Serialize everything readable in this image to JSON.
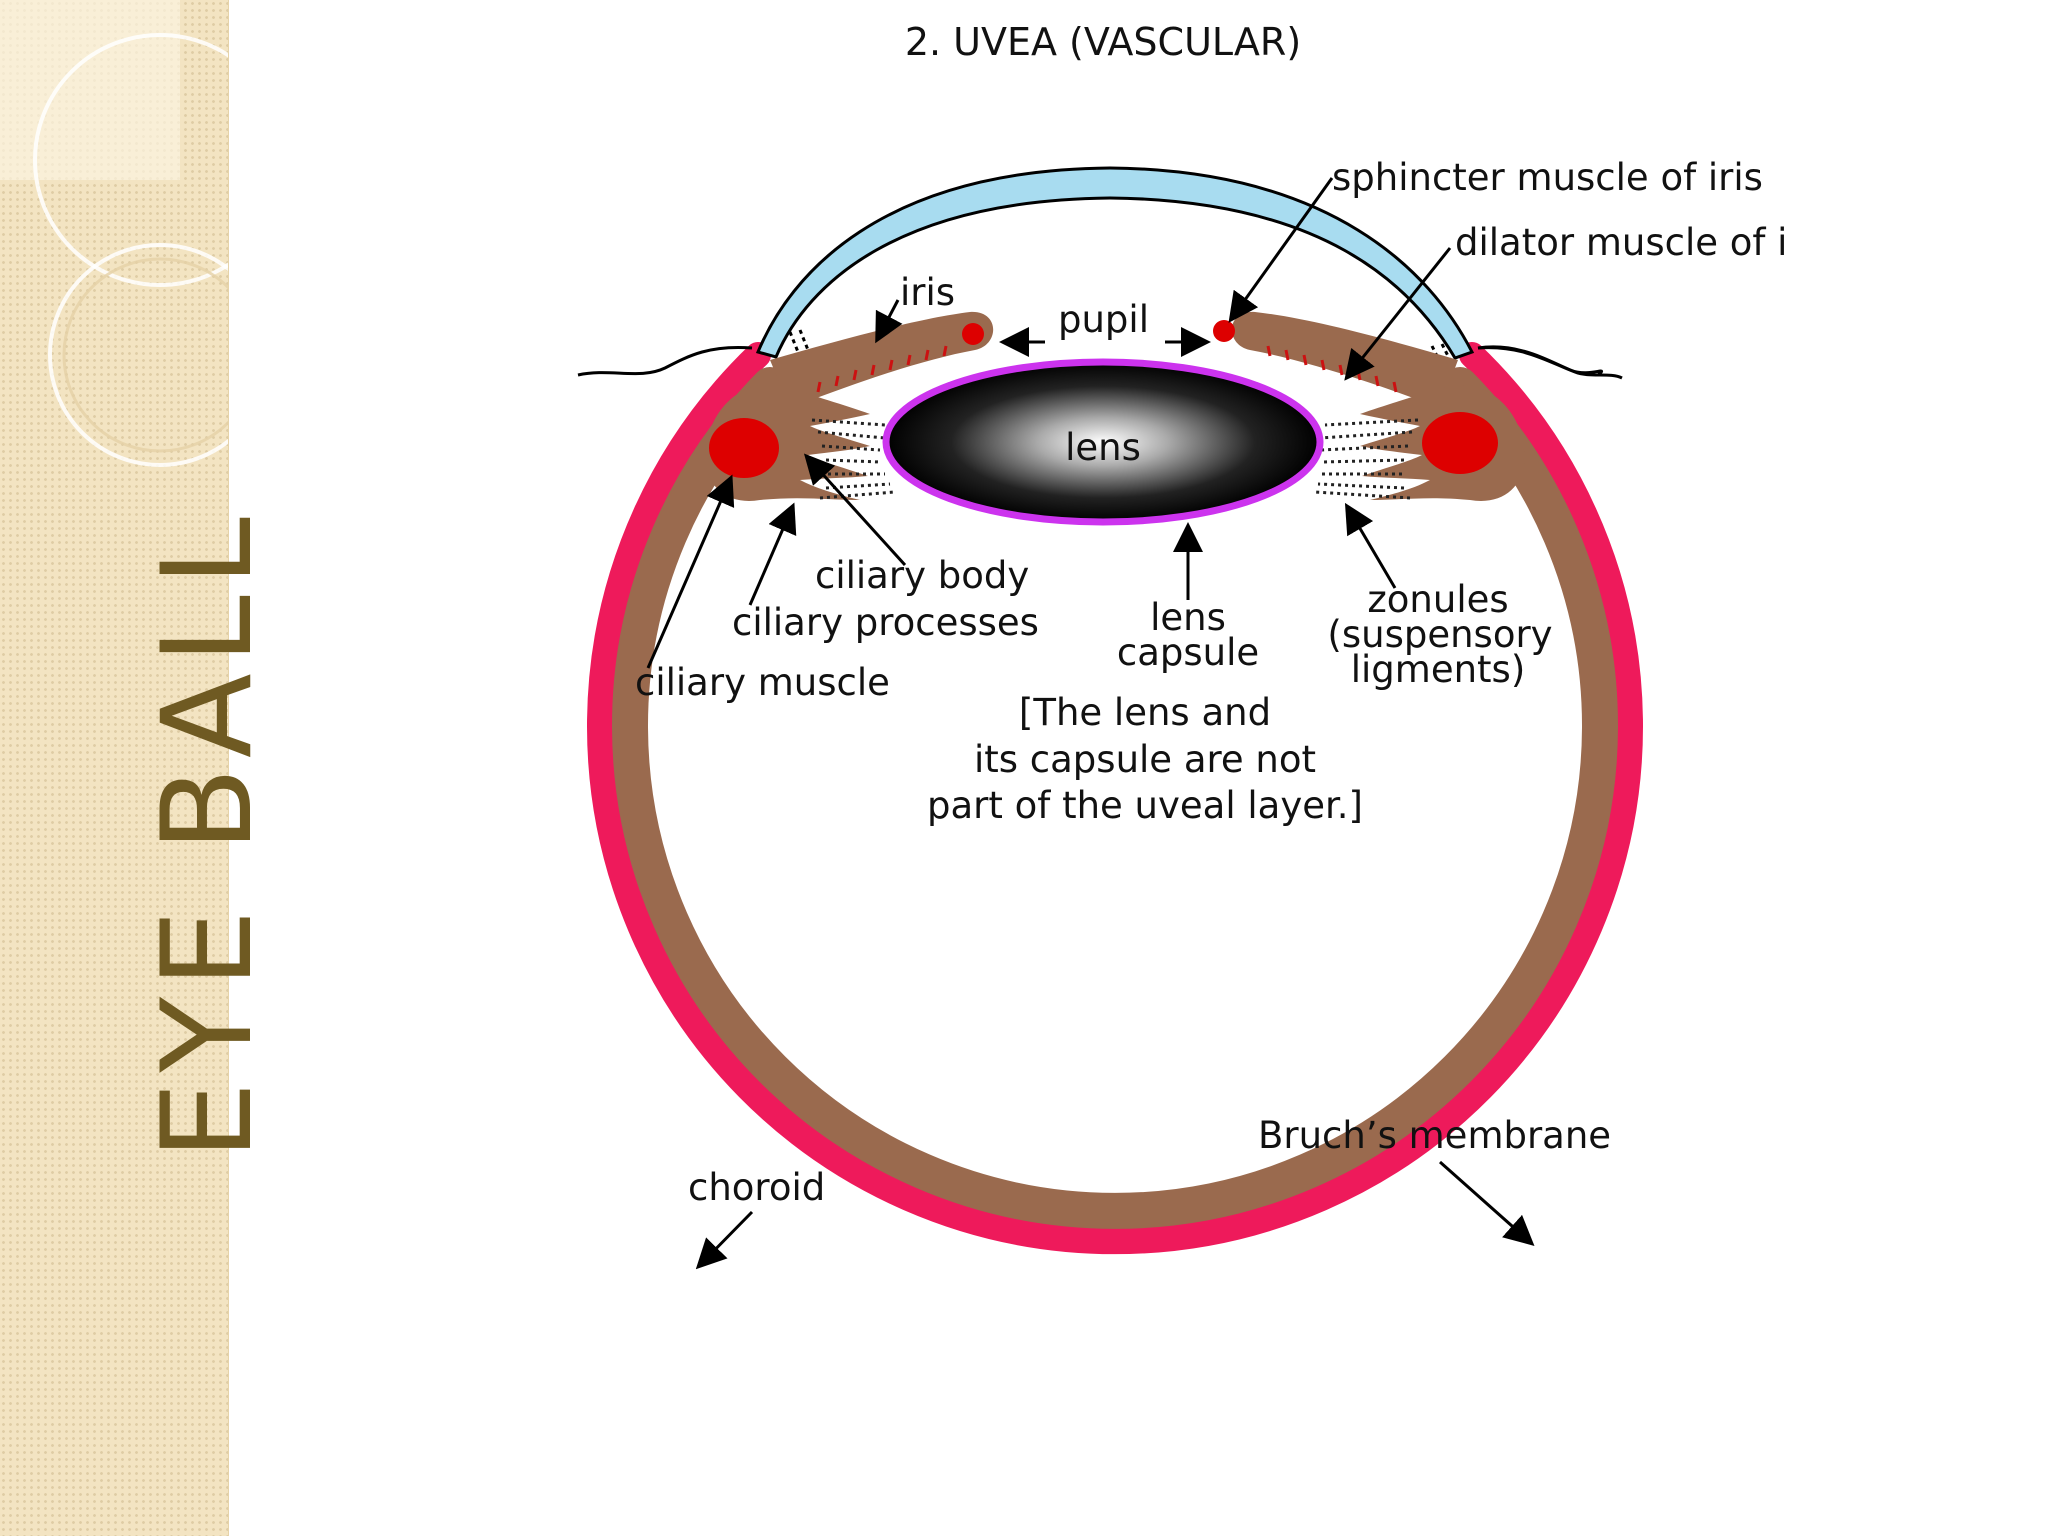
{
  "slide": {
    "side_title": "EYE BALL"
  },
  "diagram": {
    "title": "2. UVEA (VASCULAR)",
    "labels": {
      "sphincter": "sphincter muscle of iris",
      "dilator": "dilator muscle of i",
      "iris": "iris",
      "pupil": "pupil",
      "lens": "lens",
      "ciliary_body": "ciliary body",
      "ciliary_processes": "ciliary processes",
      "ciliary_muscle": "ciliary muscle",
      "lens_capsule_1": "lens",
      "lens_capsule_2": "capsule",
      "zonules_1": "zonules",
      "zonules_2": "(suspensory",
      "zonules_3": "ligments)",
      "note_1": "[The lens and",
      "note_2": "its capsule are not",
      "note_3": "part of the uveal layer.]",
      "bruchs": "Bruch’s membrane",
      "choroid": "choroid"
    },
    "colors": {
      "sclera": "#ee1a5b",
      "choroid": "#9a6a4e",
      "cornea": "#a8dcf0",
      "muscle_red": "#dd0000",
      "lens_rim": "#cc33ee",
      "sidebar_text": "#6f5a22"
    }
  }
}
